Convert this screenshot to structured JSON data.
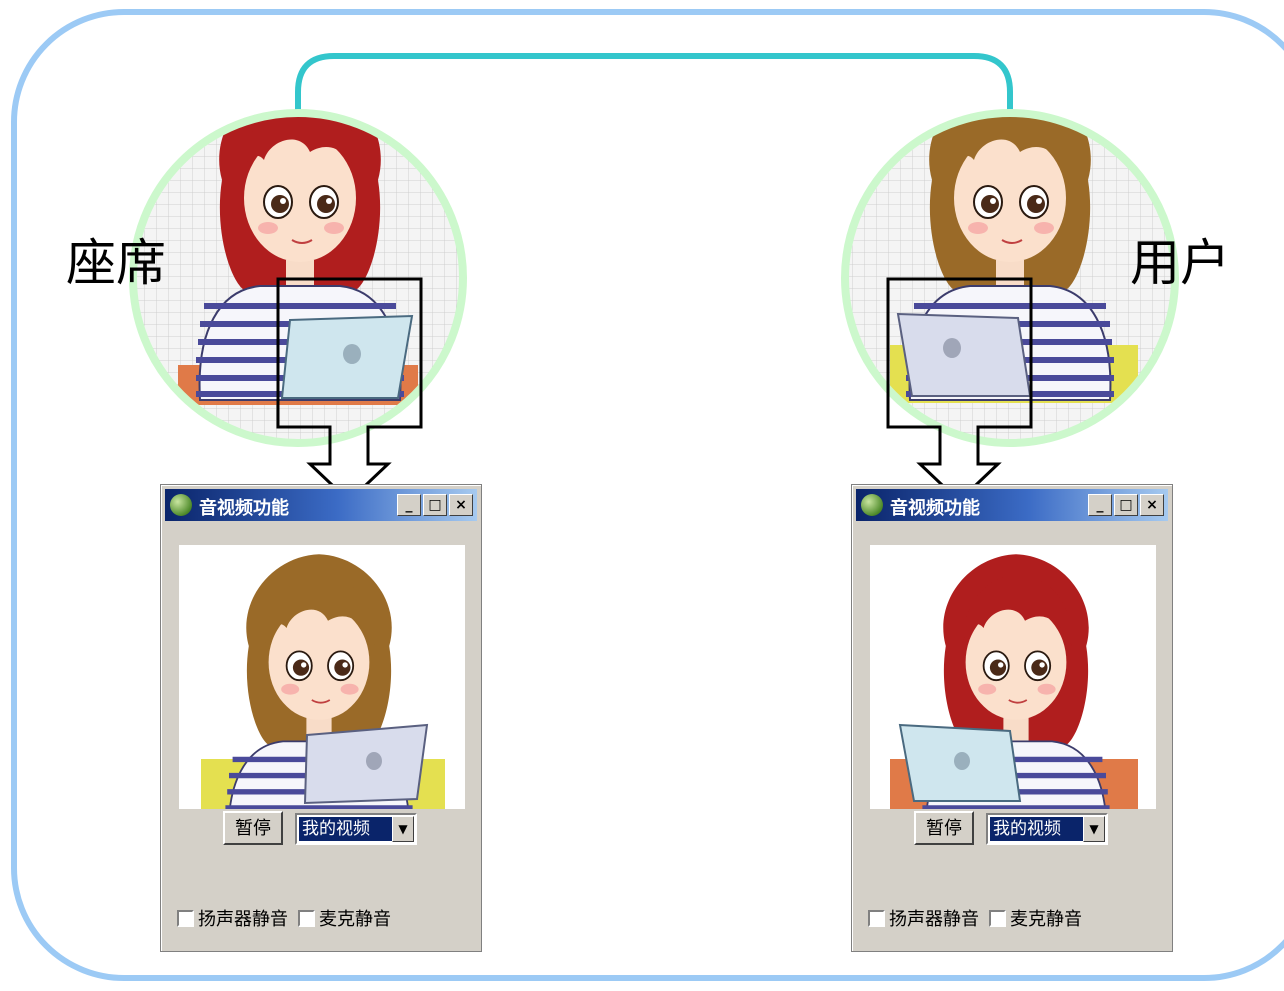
{
  "labels": {
    "agent": "座席",
    "user": "用户"
  },
  "window_left": {
    "title": "音视频功能",
    "pause_label": "暂停",
    "video_select": "我的视频",
    "speaker_mute": "扬声器静音",
    "mic_mute": "麦克静音"
  },
  "window_right": {
    "title": "音视频功能",
    "pause_label": "暂停",
    "video_select": "我的视频",
    "speaker_mute": "扬声器静音",
    "mic_mute": "麦克静音"
  },
  "colors": {
    "frame_border": "#9ccaf5",
    "connector": "#33c6cc",
    "avatar_ring": "#ccf8cc",
    "agent_hair": "#b01e1e",
    "user_hair": "#9a6a28"
  },
  "icons": [
    "minimize-icon",
    "maximize-icon",
    "close-icon",
    "dropdown-arrow-icon",
    "app-globe-icon"
  ]
}
